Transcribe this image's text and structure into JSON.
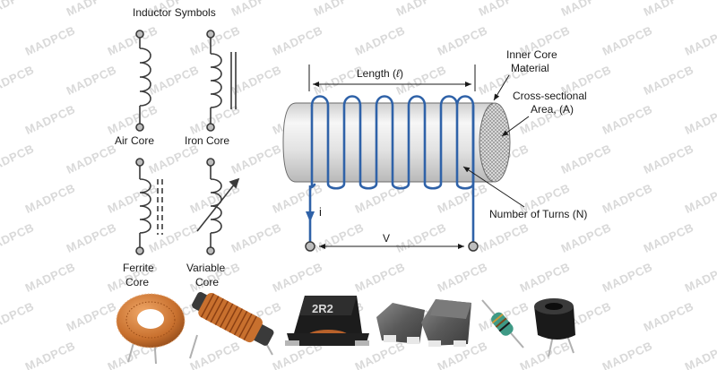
{
  "title": "Inductor Symbols",
  "symbols": {
    "air_core": "Air Core",
    "iron_core": "Iron Core",
    "ferrite_core": [
      "Ferrite",
      "Core"
    ],
    "variable_core": [
      "Variable",
      "Core"
    ]
  },
  "diagram": {
    "length_label": "Length (",
    "length_symbol": "ℓ",
    "length_close": ")",
    "inner_core": [
      "Inner Core",
      "Material"
    ],
    "cross_section": [
      "Cross-sectional",
      "Area, (A)"
    ],
    "turns": "Number of Turns (N)",
    "current": "i",
    "voltage": "V"
  },
  "watermark": "MADPCB",
  "component_photos": {
    "chip_marking": "2R2"
  },
  "colors": {
    "wire": "#2f62a8",
    "copper": "#c8702e",
    "core": "#e6e6e6",
    "symbol_line": "#3a3a3a"
  }
}
